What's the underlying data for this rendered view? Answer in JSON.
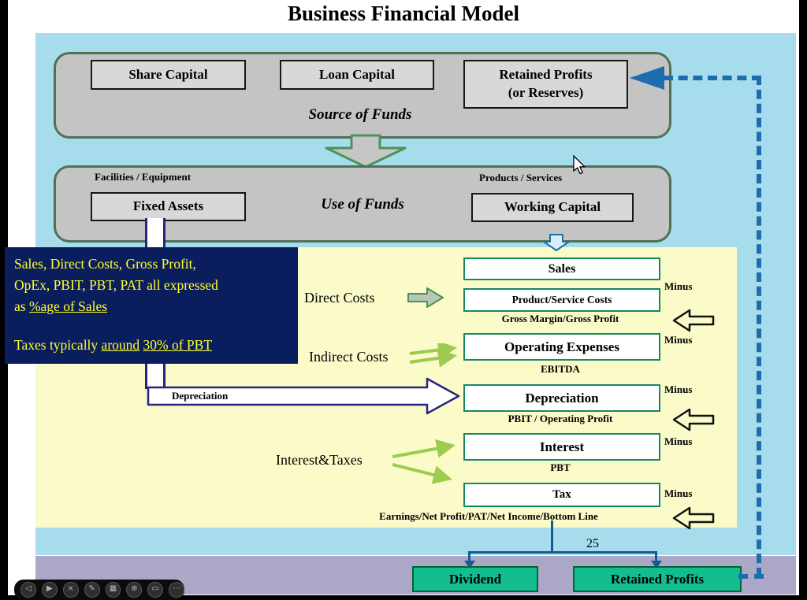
{
  "title": "Business Financial Model",
  "page_number": "25",
  "source_panel": {
    "label": "Source of Funds",
    "share_capital": "Share Capital",
    "loan_capital": "Loan Capital",
    "retained_profits_line1": "Retained Profits",
    "retained_profits_line2": "(or Reserves)"
  },
  "use_panel": {
    "label": "Use of Funds",
    "facilities_label": "Facilities / Equipment",
    "fixed_assets": "Fixed Assets",
    "products_label": "Products / Services",
    "working_capital": "Working Capital"
  },
  "note": {
    "line1": "Sales, Direct Costs, Gross Profit,",
    "line2": "OpEx, PBIT, PBT, PAT all expressed",
    "line3_prefix": "as ",
    "line3_underlined": "%age of Sales",
    "line4_prefix": "Taxes typically ",
    "line4_underlined1": "around",
    "line4_mid": " ",
    "line4_underlined2": "30% of PBT"
  },
  "flow": {
    "sales": "Sales",
    "product_service_costs": "Product/Service Costs",
    "gross_margin": "Gross Margin/Gross Profit",
    "operating_expenses": "Operating Expenses",
    "ebitda": "EBITDA",
    "depreciation": "Depreciation",
    "pbit": "PBIT / Operating Profit",
    "interest": "Interest",
    "pbt": "PBT",
    "tax": "Tax",
    "earnings": "Earnings/Net Profit/PAT/Net Income/Bottom Line"
  },
  "labels": {
    "minus": "Minus"
  },
  "left_labels": {
    "direct_costs": "Direct Costs",
    "indirect_costs": "Indirect Costs",
    "depreciation": "Depreciation",
    "interest_taxes": "Interest&Taxes"
  },
  "bottom_boxes": {
    "dividend": "Dividend",
    "retained_profits": "Retained Profits"
  },
  "colors": {
    "cyan_bg": "#a6dcec",
    "yellow_bg": "#fbfbca",
    "panel_gray": "#c4c4c4",
    "box_gray": "#d8d8d8",
    "navy_note": "#0a1e5e",
    "note_text": "#ffff2e",
    "flow_border_green": "#148a5f",
    "jade_green": "#13bd90",
    "purple_strip": "#aaa7c7",
    "dashed_blue": "#1e6cb0"
  },
  "player": {
    "buttons": [
      {
        "name": "previous",
        "glyph": "◁"
      },
      {
        "name": "play",
        "glyph": "▶"
      },
      {
        "name": "close",
        "glyph": "×"
      },
      {
        "name": "pencil",
        "glyph": "✎"
      },
      {
        "name": "grid",
        "glyph": "▦"
      },
      {
        "name": "zoom",
        "glyph": "⊕"
      },
      {
        "name": "panel",
        "glyph": "▭"
      },
      {
        "name": "more",
        "glyph": "⋯"
      }
    ]
  }
}
